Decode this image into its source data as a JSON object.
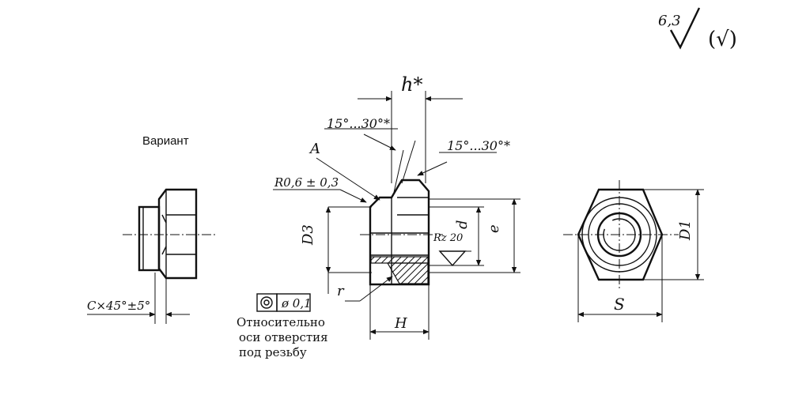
{
  "roughness": {
    "value": "6,3",
    "check": "(√)"
  },
  "variant_label": "Вариант",
  "chamfer_label": "C×45°±5°",
  "section": {
    "h_label": "h*",
    "angle_top": "15°...30°*",
    "angle_right": "15°...30°*",
    "a_label": "A",
    "radius_label": "R0,6 ± 0,3",
    "d3_label": "D3",
    "d_label": "d",
    "e_label": "e",
    "rz_label": "Rz 20",
    "r_label": "r",
    "hh_label": "H"
  },
  "runout": {
    "symbol": "concentric-circles-icon",
    "value": "ø 0,1",
    "note_lines": [
      "Относительно",
      "оси отверстия",
      "под резьбу"
    ]
  },
  "top_view": {
    "d1_label": "D1",
    "s_label": "S"
  }
}
